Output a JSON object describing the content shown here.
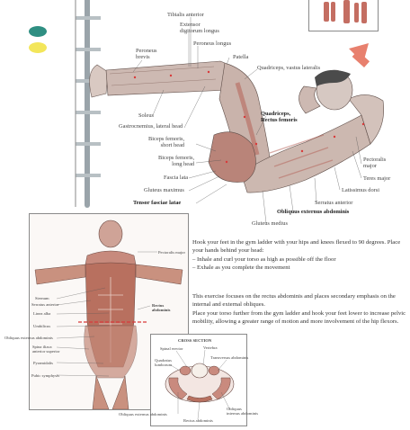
{
  "page": {
    "colors": {
      "dot_teal": "#2f8f82",
      "dot_yellow": "#f3e65a",
      "arrow": "#e8806e",
      "muscle": "#c87a6e",
      "panel_border": "#8a8a8a",
      "marker": "#d83a3a"
    }
  },
  "main_figure": {
    "labels": {
      "tibialis_anterior": "Tibialis anterior",
      "ext_digitorum": "Extensor\ndigitorum longus",
      "peroneus_longus": "Peroneus longus",
      "peroneus_brevis": "Peroneus\nbrevis",
      "patella": "Patella",
      "vastus_lateralis": "Quadriceps, vastus lateralis",
      "soleus": "Soleus",
      "gastrocnemius": "Gastrocnemius, lateral head",
      "quadriceps_rectus": "Quadriceps,\nRectus femoris",
      "biceps_short": "Biceps femoris,\nshort head",
      "biceps_long": "Biceps femoris,\nlong head",
      "fascia_lata": "Fascia lata",
      "gluteus_maximus": "Gluteus maximus",
      "tensor_fasciae": "Tensor fasciae latae",
      "pectoralis_major": "Pectoralis\nmajor",
      "teres_major": "Teres major",
      "latissimus_dorsi": "Latissimus dorsi",
      "serratus_anterior": "Serratus anterior",
      "obliquus_externus": "Obliquus externus abdominis",
      "gluteus_medius": "Gluteus medius"
    }
  },
  "front_figure": {
    "labels": {
      "pectoralis_major": "Pectoralis major",
      "sternum": "Sternum",
      "serratus_anterior": "Serratus anterior",
      "linea_alba": "Linea alba",
      "rectus_abdominis": "Rectus\nabdominis",
      "umbilicus": "Umbilicus",
      "obliquus_externus": "Obliquus externus abdominis",
      "spina_iliaca": "Spina iliaca\nanterior superior",
      "pyramidalis": "Pyramidalis",
      "pubic_symphysis": "Pubic symphysis"
    }
  },
  "cross_section": {
    "title": "CROSS SECTION",
    "labels": {
      "spinal_erector": "Spinal erector",
      "vertebra": "Vertebra",
      "quadratus": "Quadratus\nlumborum",
      "transversus": "Transversus abdominis",
      "obliquus_internus": "Obliquus\ninternus abdominis",
      "obliquus_externus": "Obliquus externus abdominis",
      "rectus_abdominis": "Rectus abdominis"
    }
  },
  "instructions": {
    "p1": "Hook your feet in the gym ladder with your hips and knees flexed to 90 degrees. Place your hands behind your head:",
    "bullet1": "– Inhale and curl your torso as high as possible off the floor",
    "bullet2": "– Exhale as you complete the movement",
    "p2": "This exercise focuses on the rectus abdominis and places secondary emphasis on the internal and external obliques.",
    "p3": "Place your torso further from the gym ladder and hook your feet lower to increase pelvic mobility, allowing a greater range of motion and more involvement of the hip flexors."
  }
}
